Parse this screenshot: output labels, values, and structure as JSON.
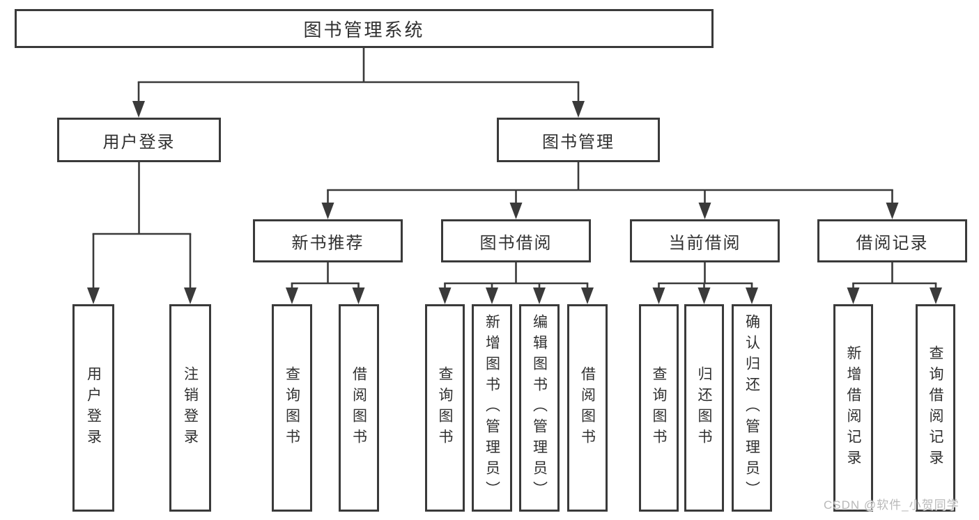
{
  "tree": {
    "label": "图书管理系统",
    "children": [
      {
        "label": "用户登录",
        "children": [
          {
            "label": "用户登录"
          },
          {
            "label": "注销登录"
          }
        ]
      },
      {
        "label": "图书管理",
        "children": [
          {
            "label": "新书推荐",
            "children": [
              {
                "label": "查询图书"
              },
              {
                "label": "借阅图书"
              }
            ]
          },
          {
            "label": "图书借阅",
            "children": [
              {
                "label": "查询图书"
              },
              {
                "label": "新增图书（管理员）"
              },
              {
                "label": "编辑图书（管理员）"
              },
              {
                "label": "借阅图书"
              }
            ]
          },
          {
            "label": "当前借阅",
            "children": [
              {
                "label": "查询图书"
              },
              {
                "label": "归还图书"
              },
              {
                "label": "确认归还（管理员）"
              }
            ]
          },
          {
            "label": "借阅记录",
            "children": [
              {
                "label": "新增借阅记录"
              },
              {
                "label": "查询借阅记录"
              }
            ]
          }
        ]
      }
    ]
  },
  "watermark": "CSDN @软件_小贺同学",
  "colors": {
    "line": "#3a3a3a",
    "text": "#303030",
    "background": "#ffffff",
    "watermark": "#b9b9b9"
  }
}
